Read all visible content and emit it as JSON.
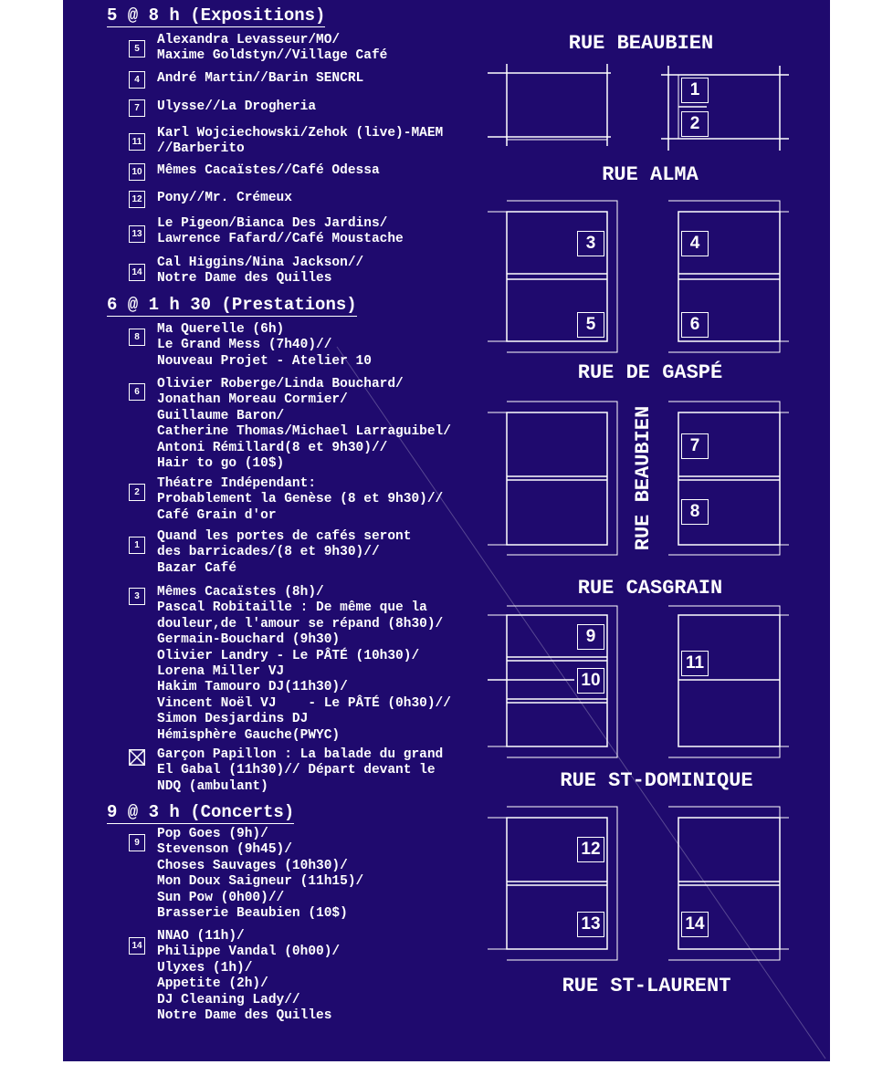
{
  "colors": {
    "background": "#1f0a6e",
    "foreground": "#ffffff",
    "page": "#ffffff"
  },
  "sections": [
    {
      "id": "expositions",
      "title": "5 @ 8 h (Expositions)"
    },
    {
      "id": "prestations",
      "title": "6 @ 1 h 30 (Prestations)"
    },
    {
      "id": "concerts",
      "title": "9 @ 3 h (Concerts)"
    }
  ],
  "entries": [
    {
      "marker": "5",
      "text": "Alexandra Levasseur/MO/\nMaxime Goldstyn//Village Café"
    },
    {
      "marker": "4",
      "text": "André Martin//Barin SENCRL"
    },
    {
      "marker": "7",
      "text": "Ulysse//La Drogheria"
    },
    {
      "marker": "11",
      "text": "Karl Wojciechowski/Zehok (live)-MAEM\n//Barberito"
    },
    {
      "marker": "10",
      "text": "Mêmes Cacaïstes//Café Odessa"
    },
    {
      "marker": "12",
      "text": "Pony//Mr. Crémeux"
    },
    {
      "marker": "13",
      "text": "Le Pigeon/Bianca Des Jardins/\nLawrence Fafard//Café Moustache"
    },
    {
      "marker": "14",
      "text": "Cal Higgins/Nina Jackson//\nNotre Dame des Quilles"
    },
    {
      "marker": "8",
      "text": "Ma Querelle (6h)\nLe Grand Mess (7h40)//\nNouveau Projet - Atelier 10"
    },
    {
      "marker": "6",
      "text": "Olivier Roberge/Linda Bouchard/\nJonathan Moreau Cormier/\nGuillaume Baron/\nCatherine Thomas/Michael Larraguibel/\nAntoni Rémillard(8 et 9h30)//\nHair to go (10$)"
    },
    {
      "marker": "2",
      "text": "Théatre Indépendant:\nProbablement la Genèse (8 et 9h30)//\nCafé Grain d'or"
    },
    {
      "marker": "1",
      "text": "Quand les portes de cafés seront\ndes barricades/(8 et 9h30)//\nBazar Café"
    },
    {
      "marker": "3",
      "text": "Mêmes Cacaïstes (8h)/\nPascal Robitaille : De même que la\ndouleur,de l'amour se répand (8h30)/\nGermain-Bouchard (9h30)\nOlivier Landry - Le PÂTÉ (10h30)/\nLorena Miller VJ\nHakim Tamouro DJ(11h30)/\nVincent Noël VJ    - Le PÂTÉ (0h30)//\nSimon Desjardins DJ\nHémisphère Gauche(PWYC)"
    },
    {
      "marker": "X",
      "text": "Garçon Papillon : La balade du grand\nEl Gabal (11h30)// Départ devant le\nNDQ (ambulant)"
    },
    {
      "marker": "9",
      "text": "Pop Goes (9h)/\nStevenson (9h45)/\nChoses Sauvages (10h30)/\nMon Doux Saigneur (11h15)/\nSun Pow (0h00)//\nBrasserie Beaubien (10$)"
    },
    {
      "marker": "14",
      "text": "NNAO (11h)/\nPhilippe Vandal (0h00)/\nUlyxes (1h)/\nAppetite (2h)/\nDJ Cleaning Lady//\nNotre Dame des Quilles"
    }
  ],
  "map": {
    "streets": [
      "RUE BEAUBIEN",
      "RUE ALMA",
      "RUE DE GASPÉ",
      "RUE CASGRAIN",
      "RUE ST-DOMINIQUE",
      "RUE ST-LAURENT"
    ],
    "cross_street": "RUE BEAUBIEN",
    "location_numbers": [
      "1",
      "2",
      "3",
      "4",
      "5",
      "6",
      "7",
      "8",
      "9",
      "10",
      "11",
      "12",
      "13",
      "14"
    ]
  }
}
